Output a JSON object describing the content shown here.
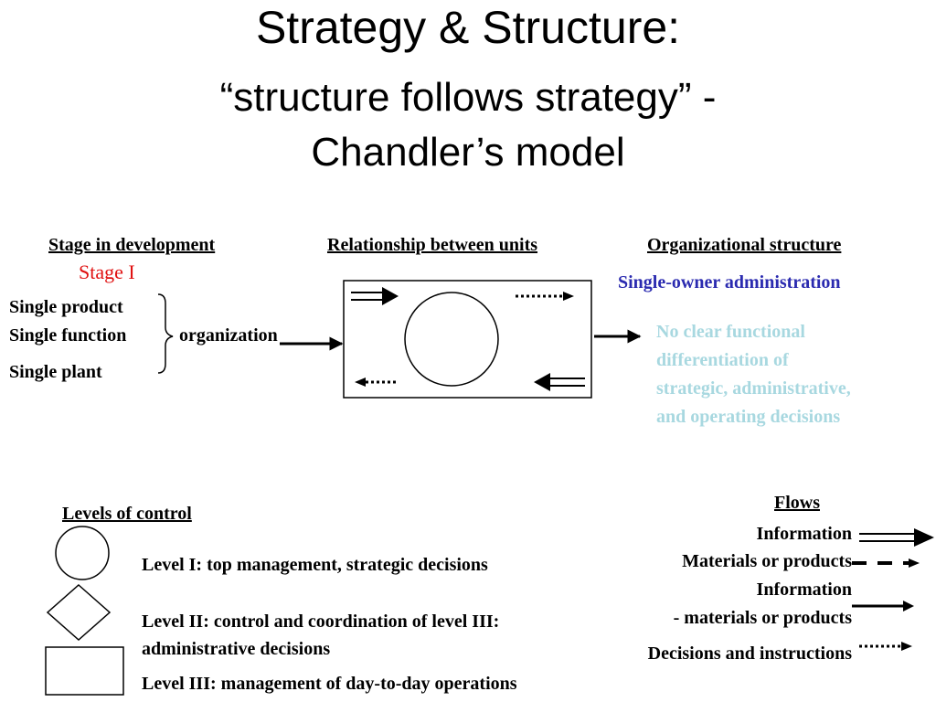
{
  "title": {
    "line1": "Strategy & Structure:",
    "line2": "“structure follows strategy” -",
    "line3": "Chandler’s model"
  },
  "headers": {
    "stage": "Stage in development",
    "relationship": "Relationship between units",
    "org_structure": "Organizational structure"
  },
  "stage_label": "Stage I",
  "stage_items": [
    "Single product",
    "Single function",
    "Single plant"
  ],
  "organization_label": "organization",
  "structure": {
    "title": "Single-owner administration",
    "description": [
      "No clear functional",
      "differentiation of",
      "strategic, administrative,",
      "and operating decisions"
    ]
  },
  "levels": {
    "header": "Levels of control",
    "items": [
      {
        "shape": "circle",
        "text": [
          "Level  I: top management, strategic decisions"
        ]
      },
      {
        "shape": "diamond",
        "text": [
          "Level  II: control and coordination of level III:",
          "administrative decisions"
        ]
      },
      {
        "shape": "rectangle",
        "text": [
          "Level  III: management of day-to-day operations"
        ]
      }
    ]
  },
  "flows": {
    "header": "Flows",
    "items": [
      {
        "label": "Information",
        "style": "double"
      },
      {
        "label": "Materials or products",
        "style": "dashed"
      },
      {
        "label": "Information",
        "style": "solid"
      },
      {
        "label": "- materials or products",
        "style": "solid-continued"
      },
      {
        "label": "Decisions and instructions",
        "style": "dotted"
      }
    ]
  },
  "colors": {
    "stage_label": "#e01010",
    "structure_title": "#2b2bb0",
    "structure_description": "#a8d8e0",
    "ink": "#000000"
  }
}
